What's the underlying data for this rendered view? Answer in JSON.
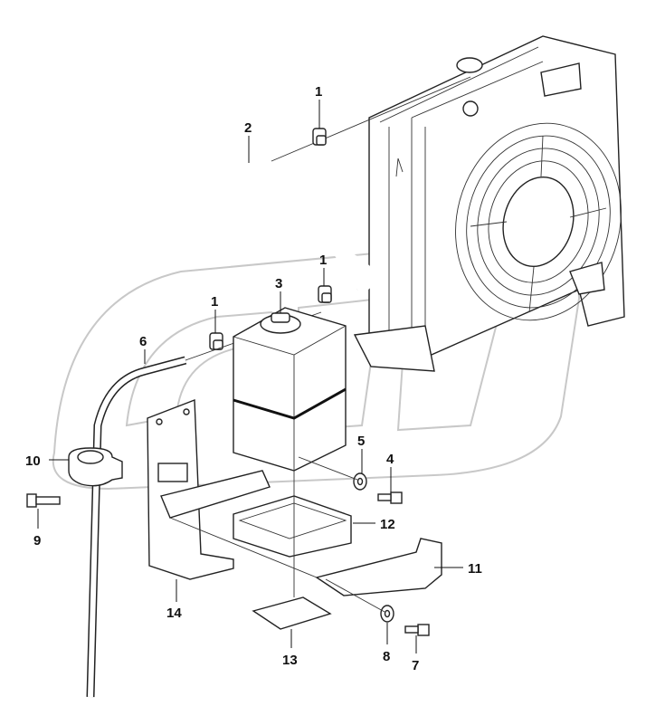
{
  "callouts": [
    {
      "id": "c1a",
      "label": "1"
    },
    {
      "id": "c1b",
      "label": "1"
    },
    {
      "id": "c1c",
      "label": "1"
    },
    {
      "id": "c2",
      "label": "2"
    },
    {
      "id": "c3",
      "label": "3"
    },
    {
      "id": "c4",
      "label": "4"
    },
    {
      "id": "c5",
      "label": "5"
    },
    {
      "id": "c6",
      "label": "6"
    },
    {
      "id": "c7",
      "label": "7"
    },
    {
      "id": "c8",
      "label": "8"
    },
    {
      "id": "c9",
      "label": "9"
    },
    {
      "id": "c10",
      "label": "10"
    },
    {
      "id": "c11",
      "label": "11"
    },
    {
      "id": "c12",
      "label": "12"
    },
    {
      "id": "c13",
      "label": "13"
    },
    {
      "id": "c14",
      "label": "14"
    }
  ]
}
